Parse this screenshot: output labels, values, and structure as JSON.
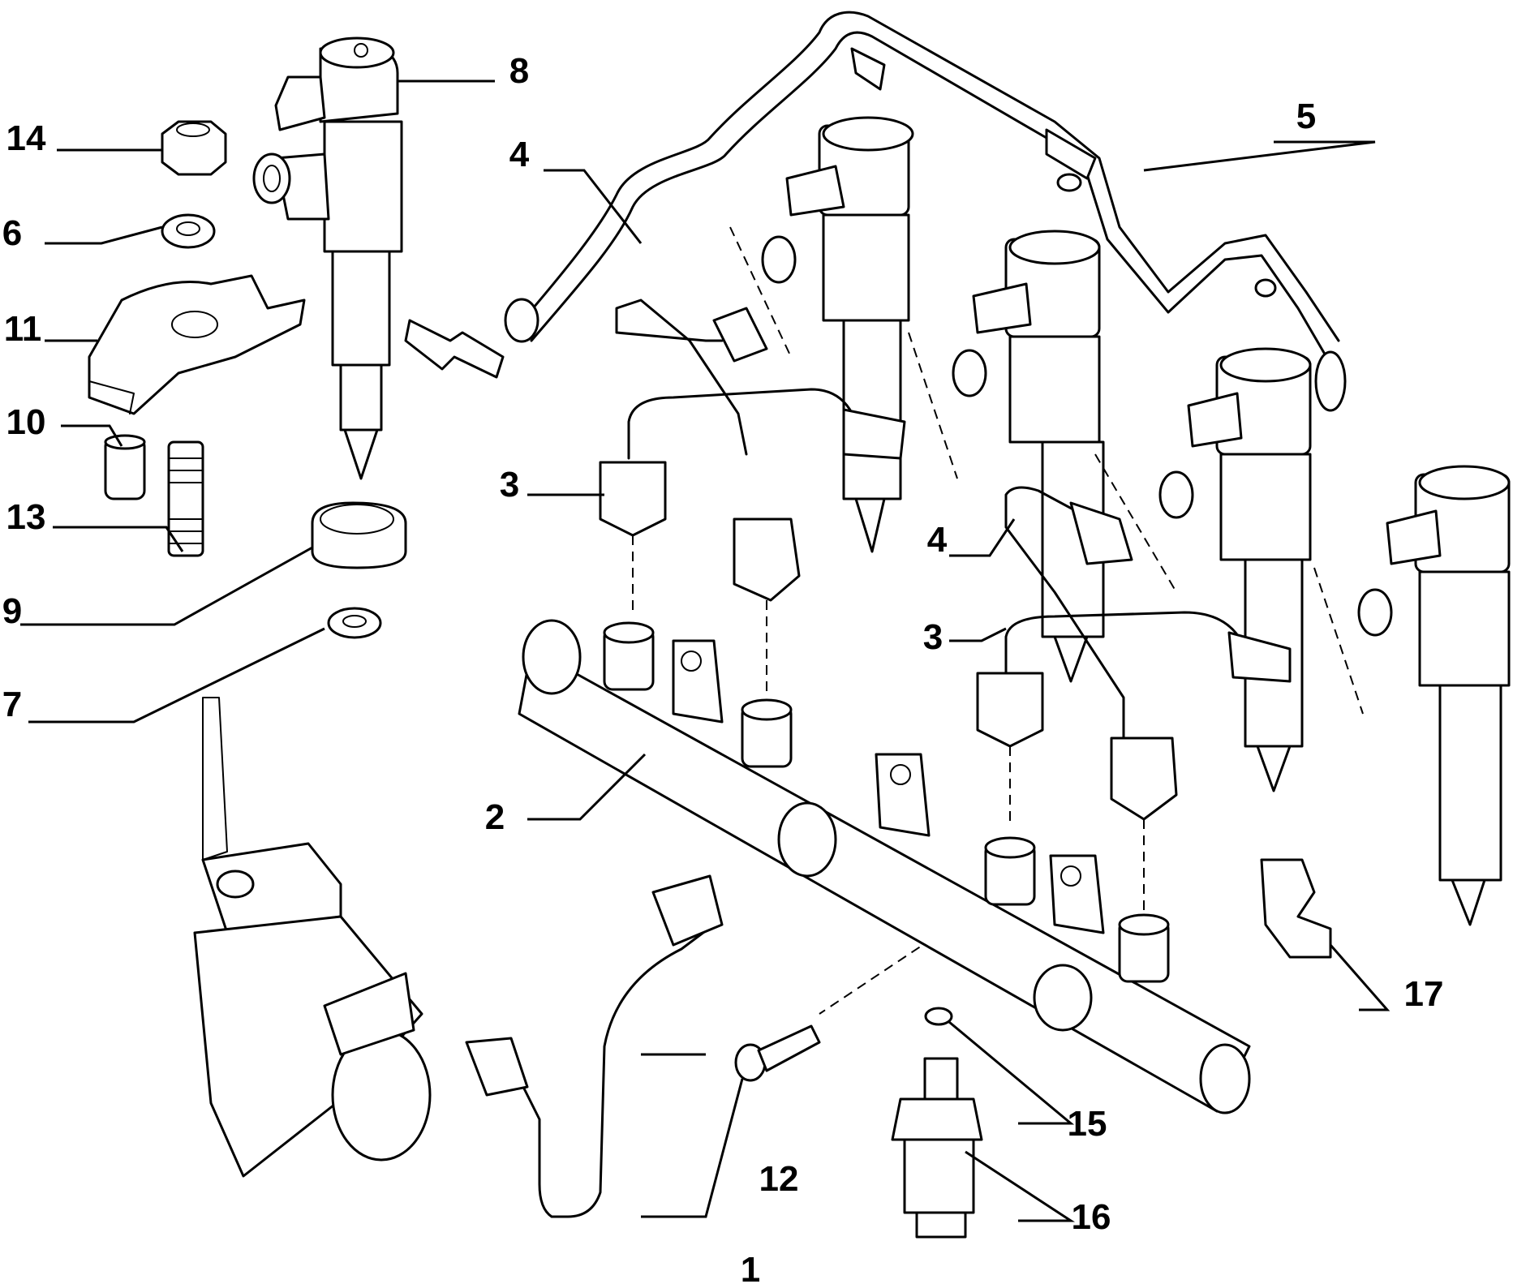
{
  "callouts": [
    {
      "id": "c1",
      "text": "1"
    },
    {
      "id": "c2",
      "text": "2"
    },
    {
      "id": "c3a",
      "text": "3"
    },
    {
      "id": "c3b",
      "text": "3"
    },
    {
      "id": "c4a",
      "text": "4"
    },
    {
      "id": "c4b",
      "text": "4"
    },
    {
      "id": "c5",
      "text": "5"
    },
    {
      "id": "c6",
      "text": "6"
    },
    {
      "id": "c7",
      "text": "7"
    },
    {
      "id": "c8",
      "text": "8"
    },
    {
      "id": "c9",
      "text": "9"
    },
    {
      "id": "c10",
      "text": "10"
    },
    {
      "id": "c11",
      "text": "11"
    },
    {
      "id": "c12",
      "text": "12"
    },
    {
      "id": "c13",
      "text": "13"
    },
    {
      "id": "c14",
      "text": "14"
    },
    {
      "id": "c15",
      "text": "15"
    },
    {
      "id": "c16",
      "text": "16"
    },
    {
      "id": "c17",
      "text": "17"
    }
  ]
}
